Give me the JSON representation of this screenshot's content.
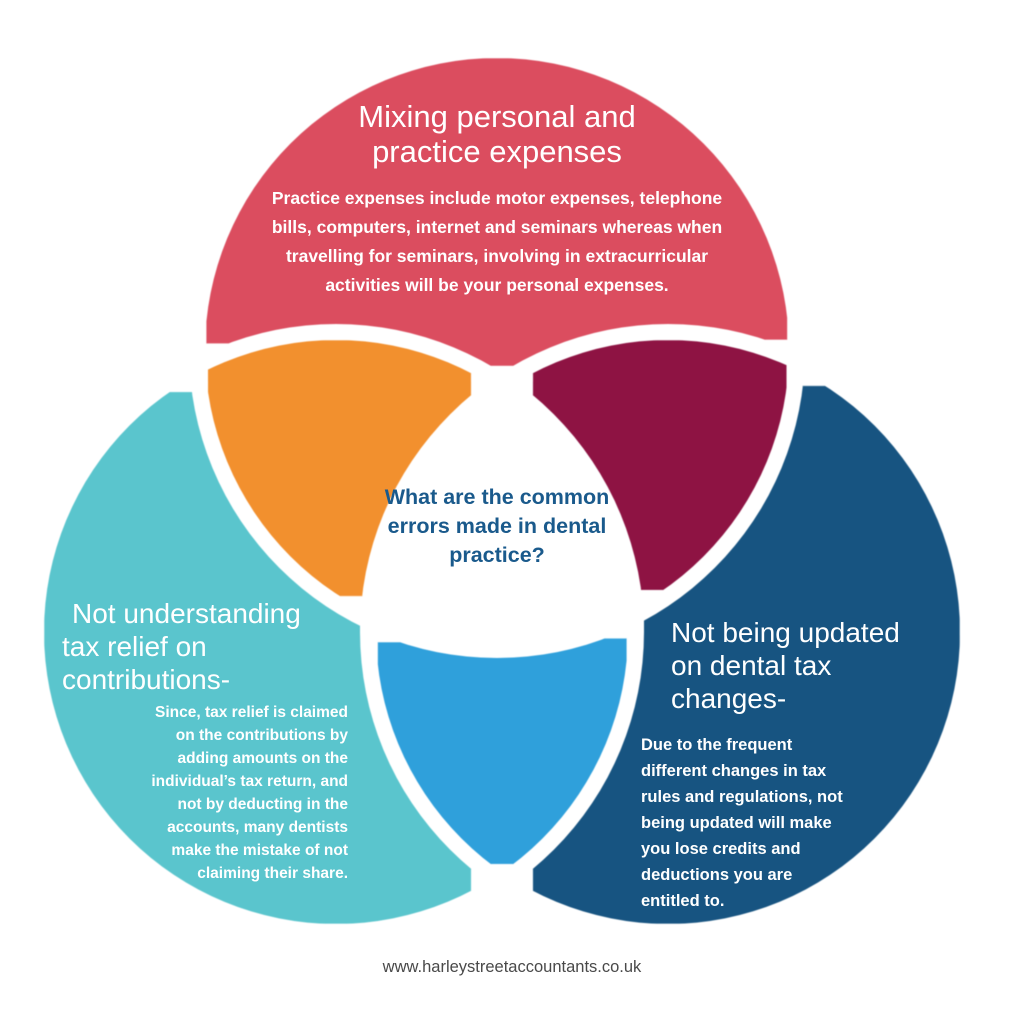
{
  "page": {
    "background": "#ffffff",
    "footer_url": "www.harleystreetaccountants.co.uk"
  },
  "center": {
    "question": "What are the common\nerrors made in dental\npractice?"
  },
  "sections": {
    "top": {
      "heading": "Mixing personal and\npractice expenses",
      "body": "Practice expenses include motor expenses, telephone\nbills, computers, internet and seminars whereas when\ntravelling for seminars, involving in extracurricular\nactivities will be your personal expenses."
    },
    "left": {
      "heading": "Not understanding\ntax relief on\ncontributions-",
      "body": "Since, tax relief is claimed\non the contributions by\nadding amounts on the\nindividual’s tax return, and\nnot by deducting in the\naccounts, many dentists\nmake the mistake of not\nclaiming their share."
    },
    "right": {
      "heading": "Not being updated\non dental tax\nchanges-",
      "body": "Due to the frequent\ndifferent changes in tax\nrules and regulations, not\nbeing updated will make\nyou lose credits and\ndeductions you are\nentitled to."
    }
  },
  "colors": {
    "red_circle": "#DB4D5F",
    "teal_circle": "#5AC5CD",
    "navy_circle": "#175481",
    "orange_overlap": "#F2902E",
    "maroon_overlap": "#8E1343",
    "lightblue_overlap": "#2FA0DB",
    "center_text": "#1A5A8C",
    "footer_text": "#494949"
  }
}
